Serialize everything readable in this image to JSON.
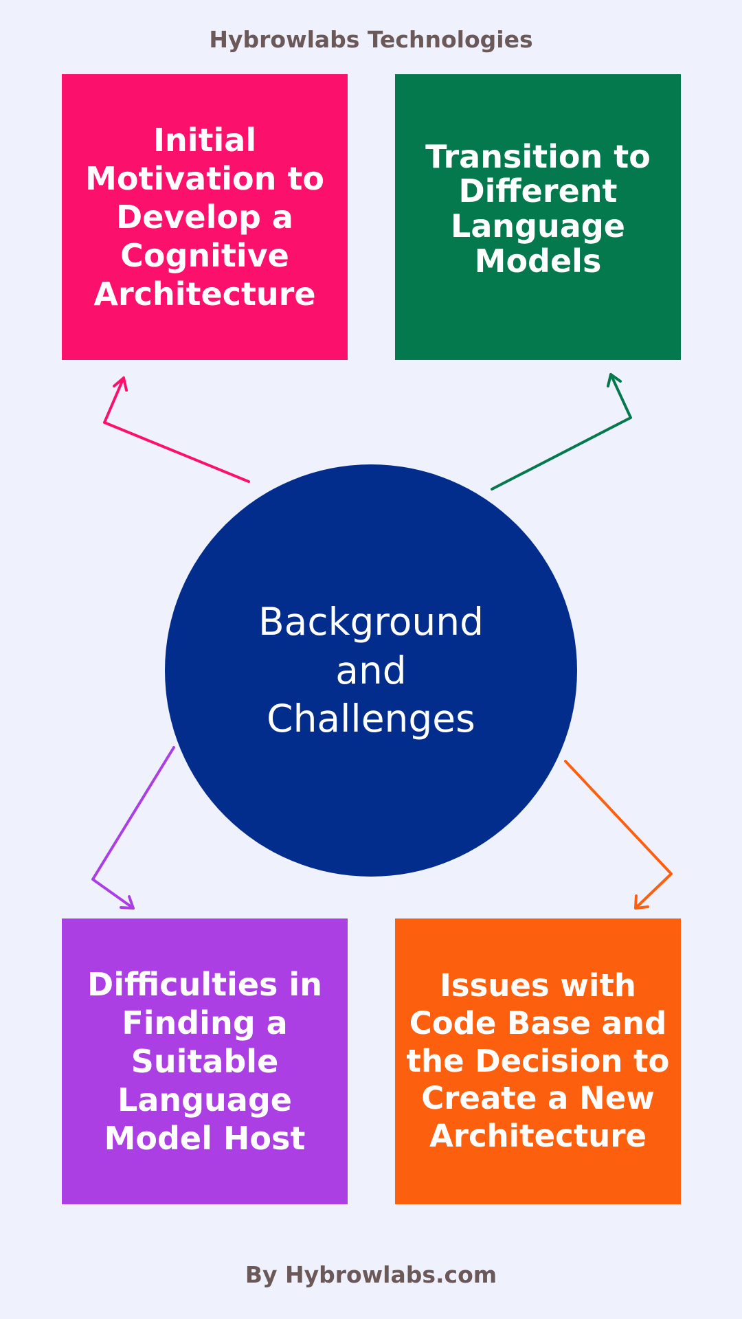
{
  "header": {
    "title": "Hybrowlabs Technologies"
  },
  "center": {
    "label": "Background and Challenges",
    "color": "#022d8c"
  },
  "boxes": [
    {
      "label": "Initial Motivation to Develop a Cognitive Architecture",
      "color": "#fb116c"
    },
    {
      "label": "Transition to Different Language Models",
      "color": "#04794d"
    },
    {
      "label": "Difficulties in Finding a Suitable Language Model Host",
      "color": "#ab3fe3"
    },
    {
      "label": "Issues with Code Base and the Decision to Create a New Architecture",
      "color": "#fc600e"
    }
  ],
  "footer": {
    "text": "By Hybrowlabs.com"
  }
}
